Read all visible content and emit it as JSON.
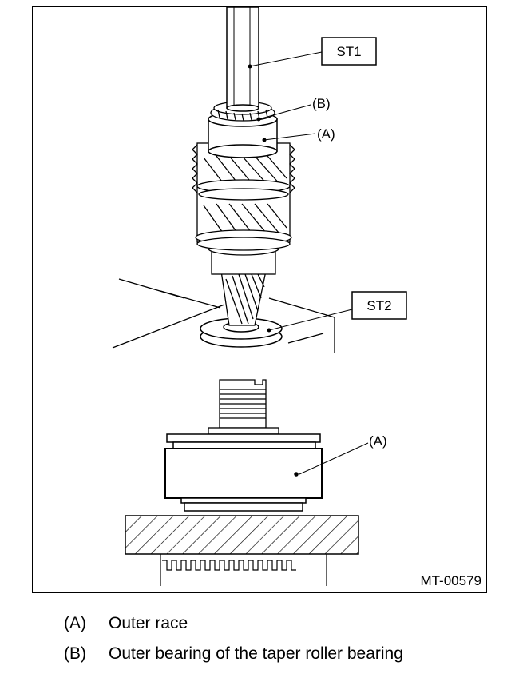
{
  "figure": {
    "id": "MT-00579",
    "callouts": {
      "st1": "ST1",
      "st2": "ST2",
      "b_upper": "(B)",
      "a_upper": "(A)",
      "a_lower": "(A)"
    }
  },
  "legend": [
    {
      "key": "(A)",
      "text": "Outer race"
    },
    {
      "key": "(B)",
      "text": "Outer bearing of the taper roller bearing"
    }
  ]
}
